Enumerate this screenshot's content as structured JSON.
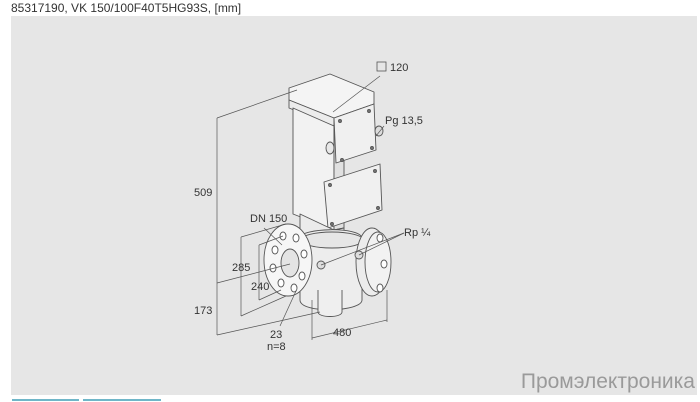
{
  "header": {
    "title": "85317190, VK 150/100F40T5HG93S, [mm]"
  },
  "drawing": {
    "subject": "gas valve VK 150 with flanges and actuator",
    "dimensions": {
      "box_size": "120",
      "cable_gland": "Pg 13,5",
      "total_height": "509",
      "nominal_diameter": "DN 150",
      "test_port": "Rp ¼",
      "flange_outer": "285",
      "bolt_circle": "240",
      "axis_height": "173",
      "bolt_hole": "23",
      "bolt_count": "n=8",
      "face_to_face": "480"
    }
  },
  "watermark": "Промэлектроника",
  "footer_tabs": [
    {
      "name": "tab-1"
    },
    {
      "name": "tab-2"
    }
  ],
  "colors": {
    "panel_bg": "#e6e6e6",
    "line": "#555555",
    "body_fill": "#f4f4f4",
    "tab_accent": "#6fb6c8",
    "watermark": "#9a9a9a"
  }
}
